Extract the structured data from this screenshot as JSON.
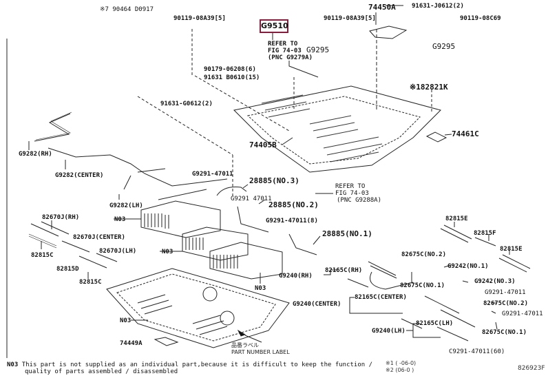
{
  "diagram": {
    "highlighted_part": "G9510",
    "figure_id": "826923F",
    "labels": {
      "l_90464": "※7 90464 D0917",
      "l_90119_a": "90119-08A39[5]",
      "l_90119_b": "90119-08A39[5]",
      "l_74450a": "74450A",
      "l_91631_j": "91631-J0612(2)",
      "l_90119_c": "90119-08C69",
      "l_refer1_a": "REFER TO",
      "l_refer1_b": "FIG 74-03",
      "l_refer1_c": "(PNC G9279A)",
      "l_g9295_a": "G9295",
      "l_g9295_b": "G9295",
      "l_90179": "90179-06208(6)",
      "l_91631_b": "91631 B0610(15)",
      "l_182821k": "※182821K",
      "l_91631_g": "91631-G0612(2)",
      "l_74405b": "74405B",
      "l_74461c": "74461C",
      "l_g9282_rh": "G9282(RH)",
      "l_g9282_center": "G9282(CENTER)",
      "l_g9282_lh": "G9282(LH)",
      "l_g9291_a": "G9291-47011",
      "l_g9291_b": "G9291 47011",
      "l_g9291_c": "G9291-47011(8)",
      "l_28885_3": "28885(NO.3)",
      "l_28885_2": "28885(NO.2)",
      "l_28885_1": "28885(NO.1)",
      "l_refer2_a": "REFER TO",
      "l_refer2_b": "FIG 74-03",
      "l_refer2_c": "(PNC G9288A)",
      "l_82670j_rh": "82670J(RH)",
      "l_82670j_center": "82670J(CENTER)",
      "l_82670j_lh": "82670J(LH)",
      "l_82815c_a": "82815C",
      "l_82815d": "82815D",
      "l_82815c_b": "82815C",
      "l_n03_a": "N03",
      "l_n03_b": "N03",
      "l_n03_c": "N03",
      "l_n03_d": "N03",
      "l_74449a": "74449A",
      "l_82815e_a": "82815E",
      "l_82815f": "82815F",
      "l_82815e_b": "82815E",
      "l_82675c_2a": "82675C(NO.2)",
      "l_g9242_1": "G9242(NO.1)",
      "l_82165c_rh": "82165C(RH)",
      "l_g9240_rh": "G9240(RH)",
      "l_82675c_1a": "82675C(NO.1)",
      "l_g9242_3": "G9242(NO.3)",
      "l_g9291_d": "G9291-47011",
      "l_82165c_center": "82165C(CENTER)",
      "l_g9240_center": "G9240(CENTER)",
      "l_82675c_2b": "82675C(NO.2)",
      "l_g9291_e": "G9291-47011",
      "l_82165c_lh": "82165C(LH)",
      "l_g9240_lh": "G9240(LH)",
      "l_82675c_1b": "82675C(NO.1)",
      "l_g9291_60": "C9291-47011(60)"
    },
    "part_number_label": {
      "jp": "品番ラベル",
      "en": "PART NUMBER LABEL"
    },
    "footnote": {
      "code": "N03",
      "line1": "This part is not supplied as an individual part,because it is difficult to keep the function /",
      "line2": "quality of parts assembled / disassembled"
    },
    "legend": {
      "line1": "※1 (      -06-0)",
      "line2": "※2 (06-0        )"
    }
  }
}
